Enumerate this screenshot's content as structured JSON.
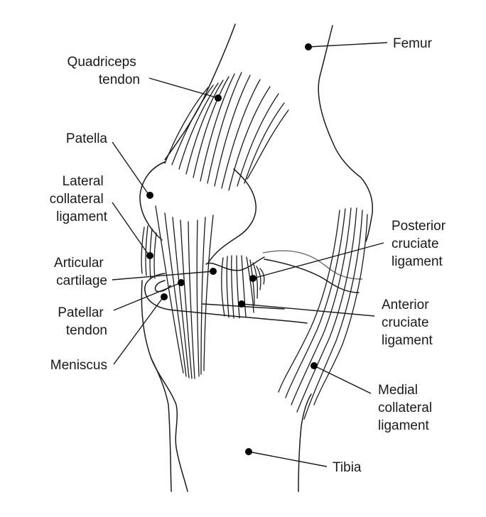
{
  "diagram": {
    "subject": "Knee joint anatomy",
    "labels": {
      "femur": [
        "Femur"
      ],
      "quadriceps_tendon": [
        "Quadriceps",
        "tendon"
      ],
      "patella": [
        "Patella"
      ],
      "lateral_collateral_ligament": [
        "Lateral",
        "collateral",
        "ligament"
      ],
      "articular_cartilage": [
        "Articular",
        "cartilage"
      ],
      "patellar_tendon": [
        "Patellar",
        "tendon"
      ],
      "meniscus": [
        "Meniscus"
      ],
      "posterior_cruciate_ligament": [
        "Posterior",
        "cruciate",
        "ligament"
      ],
      "anterior_cruciate_ligament": [
        "Anterior",
        "cruciate",
        "ligament"
      ],
      "medial_collateral_ligament": [
        "Medial",
        "collateral",
        "ligament"
      ],
      "tibia": [
        "Tibia"
      ]
    },
    "colors": {
      "line": "#1a1a1a",
      "cartilage_line": "#6a6a6a",
      "background": "#ffffff"
    }
  }
}
